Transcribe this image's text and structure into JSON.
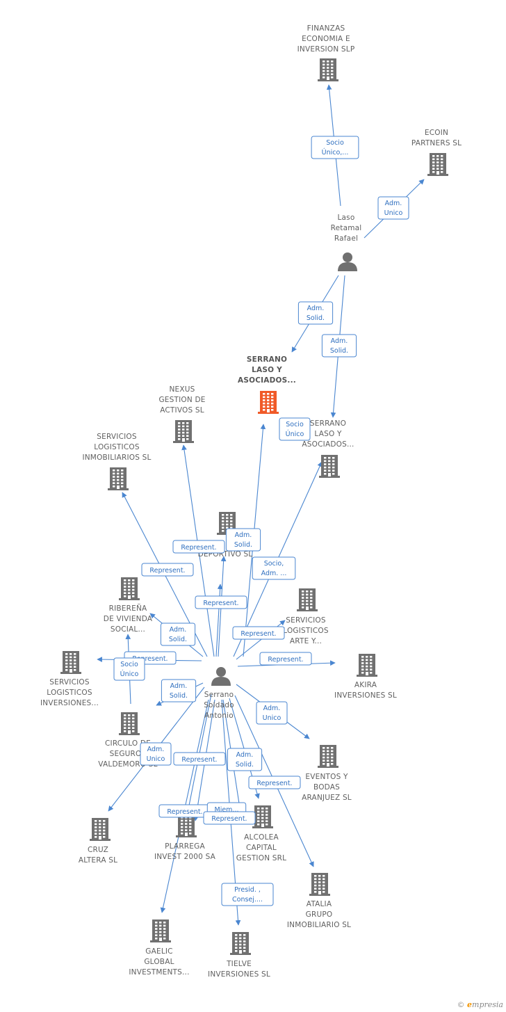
{
  "colors": {
    "edge": "#4a86d0",
    "company": "#707070",
    "focus_company": "#f05a28",
    "person": "#707070"
  },
  "nodes": [
    {
      "id": "finanzas",
      "type": "company",
      "label": [
        "FINANZAS",
        "ECONOMIA E",
        "INVERSION  SLP"
      ]
    },
    {
      "id": "ecoin",
      "type": "company",
      "label": [
        "ECOIN",
        "PARTNERS SL"
      ]
    },
    {
      "id": "laso",
      "type": "person",
      "label": [
        "Laso",
        "Retamal",
        "Rafael"
      ]
    },
    {
      "id": "serrano_laso_focus",
      "type": "company",
      "focus": true,
      "label": [
        "SERRANO",
        "LASO Y",
        "ASOCIADOS..."
      ]
    },
    {
      "id": "serrano_laso_2",
      "type": "company",
      "label": [
        "SERRANO",
        "LASO Y",
        "ASOCIADOS..."
      ]
    },
    {
      "id": "nexus",
      "type": "company",
      "label": [
        "NEXUS",
        "GESTION DE",
        "ACTIVOS SL"
      ]
    },
    {
      "id": "serv_log_inmob",
      "type": "company",
      "label": [
        "SERVICIOS",
        "LOGISTICOS",
        "INMOBILIARIOS SL"
      ]
    },
    {
      "id": "deportivo",
      "type": "company",
      "label": [
        "DEPORTIVO SL"
      ]
    },
    {
      "id": "riberena",
      "type": "company",
      "label": [
        "RIBEREÑA",
        "DE VIVIENDA",
        "SOCIAL..."
      ]
    },
    {
      "id": "serv_log_arte",
      "type": "company",
      "label": [
        "SERVICIOS",
        "LOGISTICOS",
        "ARTE Y..."
      ]
    },
    {
      "id": "serv_log_inv",
      "type": "company",
      "label": [
        "SERVICIOS",
        "LOGISTICOS",
        "INVERSIONES..."
      ]
    },
    {
      "id": "akira",
      "type": "company",
      "label": [
        "AKIRA",
        "INVERSIONES SL"
      ]
    },
    {
      "id": "serrano_soldado",
      "type": "person",
      "label": [
        "Serrano",
        "Soldado",
        "Antonio"
      ]
    },
    {
      "id": "circulo",
      "type": "company",
      "label": [
        "CIRCULO DE",
        "SEGUROS",
        "VALDEMORO SL"
      ]
    },
    {
      "id": "eventos",
      "type": "company",
      "label": [
        "EVENTOS Y",
        "BODAS",
        "ARANJUEZ  SL"
      ]
    },
    {
      "id": "cruz",
      "type": "company",
      "label": [
        "CRUZ",
        "ALTERA SL"
      ]
    },
    {
      "id": "plarrega",
      "type": "company",
      "label": [
        "PLARREGA",
        "INVEST 2000 SA"
      ]
    },
    {
      "id": "alcolea",
      "type": "company",
      "label": [
        "ALCOLEA",
        "CAPITAL",
        "GESTION SRL"
      ]
    },
    {
      "id": "atalia",
      "type": "company",
      "label": [
        "ATALIA",
        "GRUPO",
        "INMOBILIARIO SL"
      ]
    },
    {
      "id": "gaelic",
      "type": "company",
      "label": [
        "GAELIC",
        "GLOBAL",
        "INVESTMENTS..."
      ]
    },
    {
      "id": "tielve",
      "type": "company",
      "label": [
        "TIELVE",
        "INVERSIONES SL"
      ]
    }
  ],
  "edges": [
    {
      "from": "laso",
      "to": "finanzas",
      "label": [
        "Socio",
        "Único,..."
      ]
    },
    {
      "from": "laso",
      "to": "ecoin",
      "label": [
        "Adm.",
        "Unico"
      ]
    },
    {
      "from": "laso",
      "to": "serrano_laso_focus",
      "label": [
        "Adm.",
        "Solid."
      ]
    },
    {
      "from": "laso",
      "to": "serrano_laso_2",
      "label": [
        "Adm.",
        "Solid."
      ]
    },
    {
      "from": "serrano_soldado",
      "to": "serrano_laso_focus",
      "label": [
        "Socio",
        "Único"
      ]
    },
    {
      "from": "serrano_soldado",
      "to": "nexus",
      "label": [
        "Represent."
      ]
    },
    {
      "from": "serrano_soldado",
      "to": "deportivo",
      "label": [
        "Adm.",
        "Solid."
      ]
    },
    {
      "from": "serrano_soldado",
      "to": "serv_log_inmob",
      "label": [
        "Represent."
      ]
    },
    {
      "from": "serrano_soldado",
      "to": "serrano_laso_2",
      "label": [
        "Socio,",
        "Adm. ..."
      ]
    },
    {
      "from": "serrano_soldado",
      "to": "deportivo",
      "label": [
        "Represent."
      ]
    },
    {
      "from": "serrano_soldado",
      "to": "riberena",
      "label": [
        "Adm.",
        "Solid."
      ]
    },
    {
      "from": "serrano_soldado",
      "to": "serv_log_arte",
      "label": [
        "Represent."
      ]
    },
    {
      "from": "serrano_soldado",
      "to": "serv_log_inv",
      "label": [
        "Represent."
      ]
    },
    {
      "from": "circulo",
      "to": "riberena",
      "label": [
        "Socio",
        "Único"
      ]
    },
    {
      "from": "serrano_soldado",
      "to": "akira",
      "label": [
        "Represent."
      ]
    },
    {
      "from": "serrano_soldado",
      "to": "circulo",
      "label": [
        "Adm.",
        "Solid."
      ]
    },
    {
      "from": "serrano_soldado",
      "to": "eventos",
      "label": [
        "Adm.",
        "Unico"
      ]
    },
    {
      "from": "serrano_soldado",
      "to": "cruz",
      "label": [
        "Adm.",
        "Unico"
      ]
    },
    {
      "from": "serrano_soldado",
      "to": "plarrega",
      "label": [
        "Represent."
      ]
    },
    {
      "from": "serrano_soldado",
      "to": "alcolea",
      "label": [
        "Adm.",
        "Solid."
      ]
    },
    {
      "from": "serrano_soldado",
      "to": "atalia",
      "label": [
        "Represent."
      ]
    },
    {
      "from": "serrano_soldado",
      "to": "gaelic",
      "label": [
        "Represent."
      ]
    },
    {
      "from": "serrano_soldado",
      "to": "plarrega",
      "label": [
        "Miem..."
      ]
    },
    {
      "from": "serrano_soldado",
      "to": "alcolea",
      "label": [
        "Represent."
      ]
    },
    {
      "from": "serrano_soldado",
      "to": "tielve",
      "label": [
        "Presid. ,",
        "Consej...."
      ]
    }
  ],
  "credit": {
    "symbol": "©",
    "initial": "e",
    "rest": "mpresia"
  }
}
